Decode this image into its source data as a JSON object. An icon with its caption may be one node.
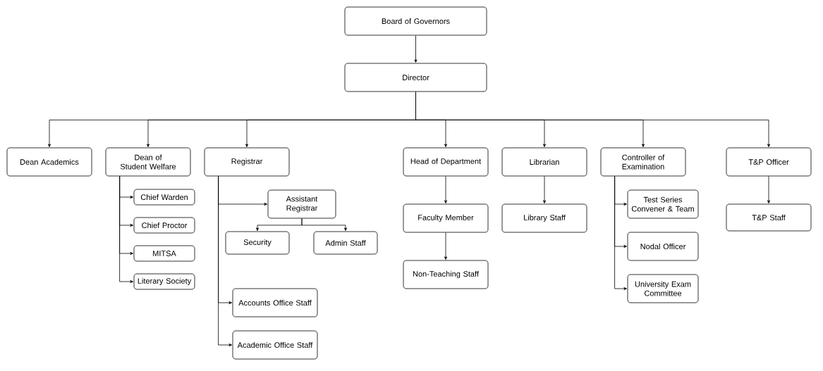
{
  "diagram": {
    "nodes": [
      {
        "text": [
          "Board of Governors"
        ]
      },
      {
        "text": [
          "Director"
        ]
      },
      {
        "text": [
          "Dean Academics"
        ]
      },
      {
        "text": [
          "Dean of Student Welfare"
        ]
      },
      {
        "text": [
          "Registrar"
        ]
      },
      {
        "text": [
          "Head of Department"
        ]
      },
      {
        "text": [
          "Librarian"
        ]
      },
      {
        "text": [
          "Controller of Examination"
        ]
      },
      {
        "text": [
          "T&P Officer"
        ]
      },
      {
        "text": [
          "Chief Warden"
        ]
      },
      {
        "text": [
          "Chief Proctor"
        ]
      },
      {
        "text": [
          "MITSA"
        ]
      },
      {
        "text": [
          "Literary Society"
        ]
      },
      {
        "text": [
          "Assistant Registrar"
        ]
      },
      {
        "text": [
          "Security"
        ]
      },
      {
        "text": [
          "Admin Staff"
        ]
      },
      {
        "text": [
          "Accounts Office Staff"
        ]
      },
      {
        "text": [
          "Academic Office Staff"
        ]
      },
      {
        "text": [
          "Faculty Member"
        ]
      },
      {
        "text": [
          "Non-Teaching Staff"
        ]
      },
      {
        "text": [
          "Library Staff"
        ]
      },
      {
        "text": [
          "Test Series Convener & Team"
        ]
      },
      {
        "text": [
          "Nodal Officer"
        ]
      },
      {
        "text": [
          "University Exam Committee"
        ]
      },
      {
        "text": [
          "T&P Staff"
        ]
      }
    ],
    "edges": [
      {
        "from": 0,
        "to": 1,
        "arrow": "to"
      },
      {
        "from": 1,
        "to": 2,
        "arrow": "to"
      },
      {
        "from": 1,
        "to": 3,
        "arrow": "to"
      },
      {
        "from": 1,
        "to": 4,
        "arrow": "to"
      },
      {
        "from": 1,
        "to": 5,
        "arrow": "to"
      },
      {
        "from": 1,
        "to": 6,
        "arrow": "to"
      },
      {
        "from": 1,
        "to": 7,
        "arrow": "to"
      },
      {
        "from": 1,
        "to": 8,
        "arrow": "to"
      },
      {
        "from": 3,
        "to": 9,
        "arrow": "to"
      },
      {
        "from": 3,
        "to": 10,
        "arrow": "to"
      },
      {
        "from": 3,
        "to": 11,
        "arrow": "to"
      },
      {
        "from": 3,
        "to": 12,
        "arrow": "to"
      },
      {
        "from": 4,
        "to": 13,
        "arrow": "to"
      },
      {
        "from": 13,
        "to": 14,
        "arrow": "to"
      },
      {
        "from": 13,
        "to": 15,
        "arrow": "to"
      },
      {
        "from": 4,
        "to": 16,
        "arrow": "to"
      },
      {
        "from": 4,
        "to": 17,
        "arrow": "to"
      },
      {
        "from": 5,
        "to": 18,
        "arrow": "to"
      },
      {
        "from": 18,
        "to": 19,
        "arrow": "to"
      },
      {
        "from": 6,
        "to": 20,
        "arrow": "to"
      },
      {
        "from": 7,
        "to": 21,
        "arrow": "to"
      },
      {
        "from": 7,
        "to": 22,
        "arrow": "to"
      },
      {
        "from": 7,
        "to": 23,
        "arrow": "to"
      },
      {
        "from": 8,
        "to": 24,
        "arrow": "to"
      }
    ]
  }
}
